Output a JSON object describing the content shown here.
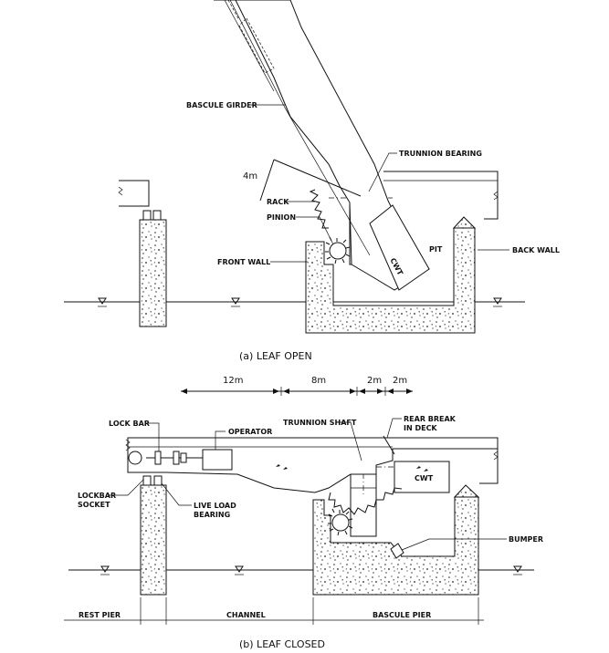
{
  "figure_a": {
    "caption": "(a)   LEAF  OPEN",
    "labels": {
      "bascule_girder": "BASCULE GIRDER",
      "trunnion_bearing": "TRUNNION BEARING",
      "rack": "RACK",
      "pinion": "PINION",
      "front_wall": "FRONT WALL",
      "pit": "PIT",
      "back_wall": "BACK WALL",
      "cwt": "CWT"
    },
    "dimension": "4m"
  },
  "figure_b": {
    "caption": "(b)   LEAF  CLOSED",
    "dimensions": [
      "12m",
      "8m",
      "2m",
      "2m"
    ],
    "labels": {
      "lock_bar": "LOCK BAR",
      "operator": "OPERATOR",
      "trunnion_shaft": "TRUNNION SHAFT",
      "rear_break_1": "REAR BREAK",
      "rear_break_2": "IN DECK",
      "cwt": "CWT",
      "lockbar_socket_1": "LOCKBAR",
      "lockbar_socket_2": "SOCKET",
      "live_load_1": "LIVE LOAD",
      "live_load_2": "BEARING",
      "bumper": "BUMPER",
      "rest_pier": "REST PIER",
      "channel": "CHANNEL",
      "bascule_pier": "BASCULE PIER"
    }
  }
}
